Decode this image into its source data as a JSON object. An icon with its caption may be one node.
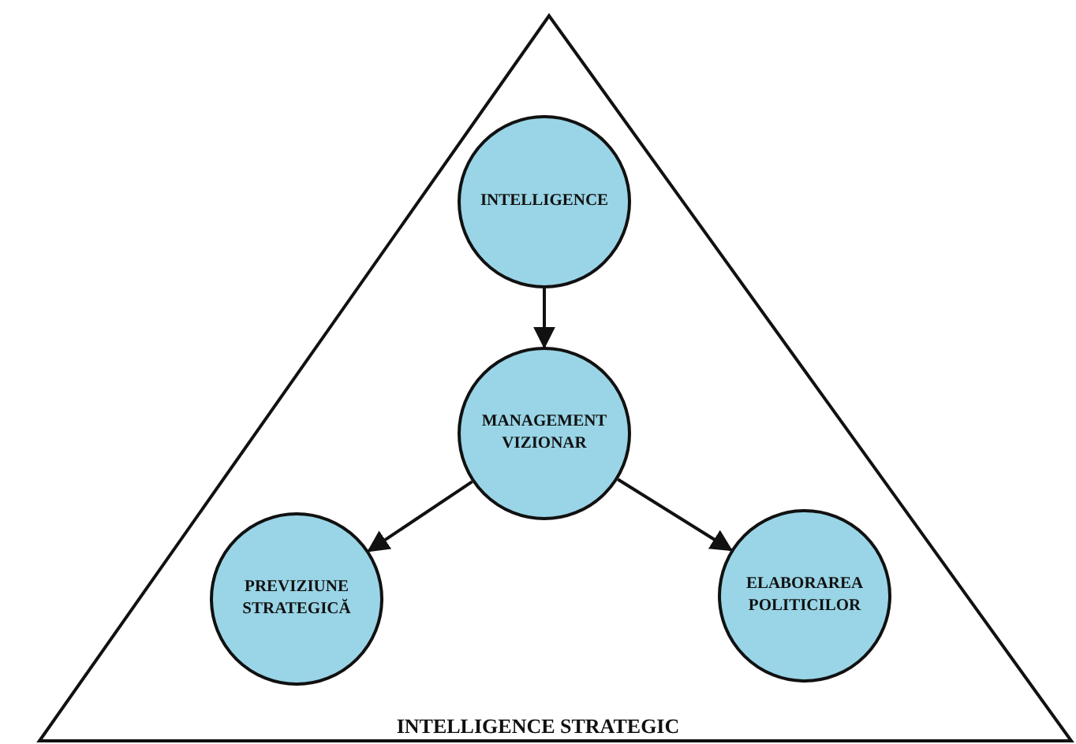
{
  "diagram": {
    "nodes": [
      {
        "text": [
          "INTELLIGENCE STRATEGIC"
        ]
      },
      {
        "text": [
          "INTELLIGENCE"
        ],
        "in": 0
      },
      {
        "text": [
          "MANAGEMENT VIZIONAR"
        ],
        "in": 0
      },
      {
        "text": [
          "PREVIZIUNE STRATEGICĂ"
        ],
        "in": 0
      },
      {
        "text": [
          "ELABORAREA POLITICILOR"
        ],
        "in": 0
      }
    ],
    "edges": [
      {
        "from": 1,
        "to": 2,
        "arrow": "to"
      },
      {
        "from": 2,
        "to": 3,
        "arrow": "to"
      },
      {
        "from": 2,
        "to": 4,
        "arrow": "to"
      }
    ]
  }
}
